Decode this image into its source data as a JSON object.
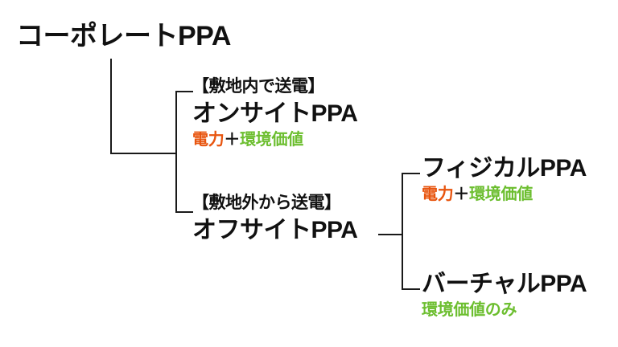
{
  "diagram": {
    "type": "tree",
    "root": {
      "label": "コーポレートPPA"
    },
    "level2": [
      {
        "bracket_label": "【敷地内で送電】",
        "name": "オンサイトPPA",
        "value": {
          "power": "電力",
          "plus": "＋",
          "environment": "環境価値"
        }
      },
      {
        "bracket_label": "【敷地外から送電】",
        "name": "オフサイトPPA"
      }
    ],
    "level3": [
      {
        "name": "フィジカルPPA",
        "value": {
          "power": "電力",
          "plus": "＋",
          "environment": "環境価値"
        }
      },
      {
        "name": "バーチャルPPA",
        "value": {
          "environment_only": "環境価値のみ"
        }
      }
    ],
    "colors": {
      "power": "#e8550f",
      "environment": "#6cbe2f",
      "text": "#111111",
      "line": "#1a1a1a",
      "background": "#ffffff"
    }
  }
}
